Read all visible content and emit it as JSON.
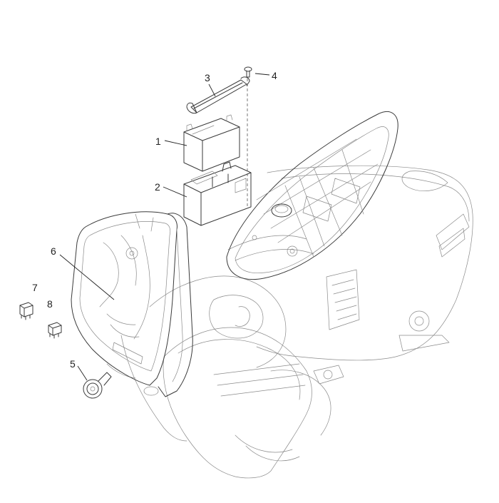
{
  "callouts": [
    {
      "id": "1",
      "label": "1"
    },
    {
      "id": "2",
      "label": "2"
    },
    {
      "id": "3",
      "label": "3"
    },
    {
      "id": "4",
      "label": "4"
    },
    {
      "id": "5",
      "label": "5"
    },
    {
      "id": "6",
      "label": "6"
    },
    {
      "id": "7",
      "label": "7"
    },
    {
      "id": "8",
      "label": "8"
    }
  ],
  "colors": {
    "line": "#3a3a3a",
    "thin": "#8a8a8a",
    "background": "#ffffff"
  }
}
